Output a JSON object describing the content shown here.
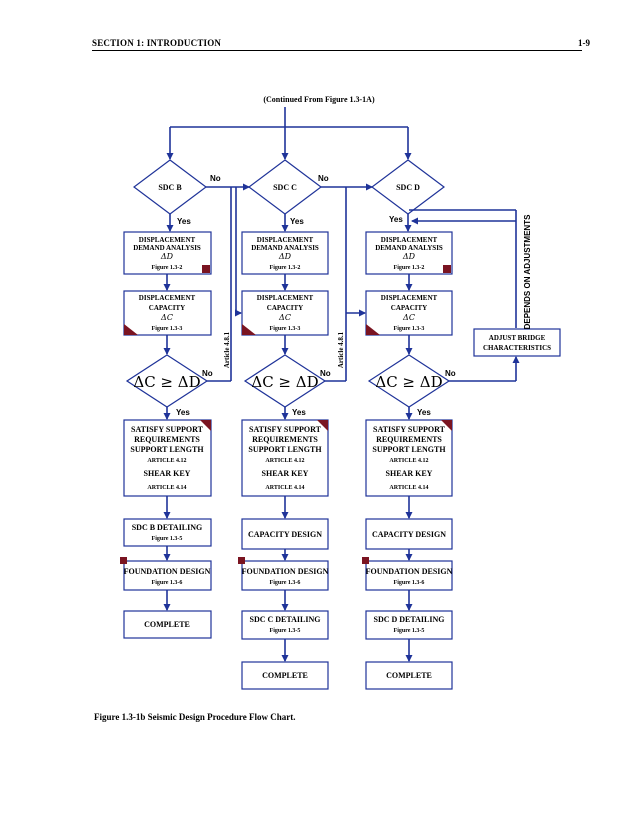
{
  "page": {
    "header_section": "SECTION 1: INTRODUCTION",
    "page_number": "1-9",
    "continued": "(Continued From Figure 1.3-1A)",
    "caption": "Figure 1.3-1b Seismic Design Procedure Flow Chart."
  },
  "labels": {
    "sdc_b": "SDC B",
    "sdc_c": "SDC C",
    "sdc_d": "SDC D",
    "yes": "Yes",
    "no": "No",
    "demand_l1": "DISPLACEMENT",
    "demand_l2": "DEMAND ANALYSIS",
    "demand_sym": "ΔD",
    "fig_1_3_2": "Figure 1.3-2",
    "capacity_l1": "DISPLACEMENT",
    "capacity_l2": "CAPACITY",
    "capacity_sym": "ΔC",
    "fig_1_3_3": "Figure 1.3-3",
    "check": "ΔC ≥ ΔD",
    "support_l1": "SATISFY SUPPORT",
    "support_l2": "REQUIREMENTS",
    "support_l3": "SUPPORT LENGTH",
    "article_4_12": "ARTICLE 4.12",
    "shear_key": "SHEAR KEY",
    "article_4_14": "ARTICLE 4.14",
    "article_4_8_1": "Article 4.8.1",
    "sdc_b_detailing": "SDC B DETAILING",
    "fig_1_3_5": "Figure 1.3-5",
    "capacity_design": "CAPACITY DESIGN",
    "foundation_design": "FOUNDATION DESIGN",
    "fig_1_3_6": "Figure 1.3-6",
    "complete": "COMPLETE",
    "sdc_c_detailing": "SDC C DETAILING",
    "sdc_d_detailing": "SDC D DETAILING",
    "adjust_l1": "ADJUST BRIDGE",
    "adjust_l2": "CHARACTERISTICS",
    "depends": "DEPENDS ON ADJUSTMENTS"
  }
}
